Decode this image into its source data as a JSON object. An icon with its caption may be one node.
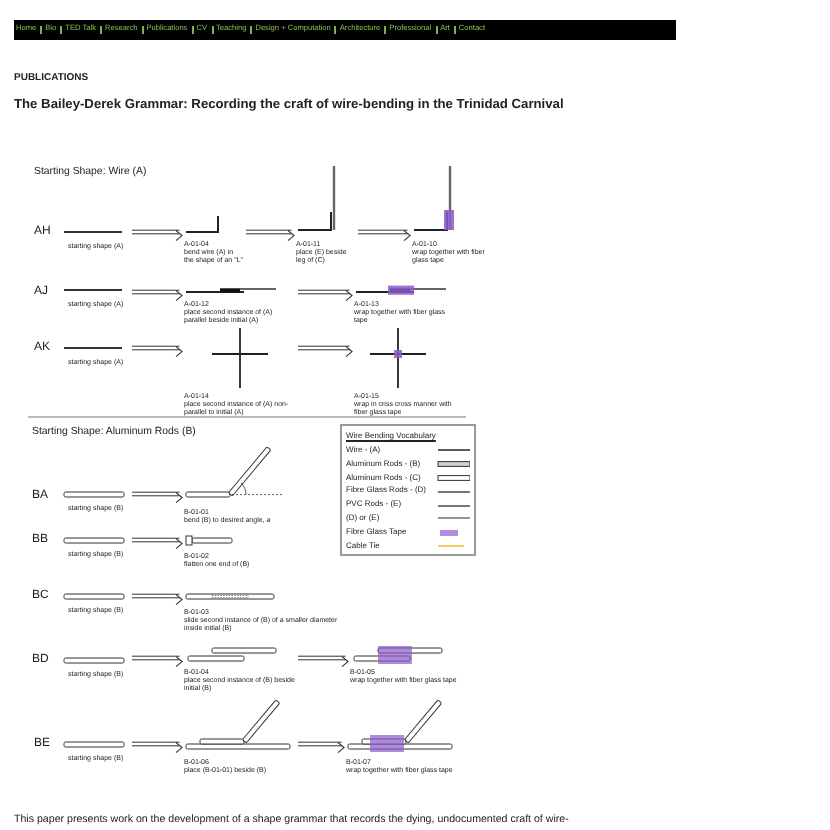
{
  "diagram": {
    "title": "The Bailey-Derek Grammar: Recording the craft of wire-bending in the Trinidad Carnival",
    "nodes": [
      {
        "text": [
          "starting shape (A)"
        ]
      },
      {
        "text": [
          "A-01-04",
          "bend wire (A) in the shape of an \"L\""
        ]
      },
      {
        "text": [
          "A-01-11",
          "place (E) beside leg of (C)"
        ]
      },
      {
        "text": [
          "A-01-10",
          "wrap together with fiber glass tape"
        ]
      },
      {
        "text": [
          "starting shape (A)"
        ]
      },
      {
        "text": [
          "A-01-12",
          "place second instance of (A) parallel beside initial (A)"
        ]
      },
      {
        "text": [
          "A-01-13",
          "wrap together with fiber glass tape"
        ]
      },
      {
        "text": [
          "starting shape (A)"
        ]
      },
      {
        "text": [
          "A-01-14",
          "place second instance of (A) non-parallel to initial (A)"
        ]
      },
      {
        "text": [
          "A-01-15",
          "wrap in criss cross manner with fiber glass tape"
        ]
      },
      {
        "text": [
          "starting shape (B)"
        ]
      },
      {
        "text": [
          "B-01-01",
          "bend (B) to desired angle, a"
        ]
      },
      {
        "text": [
          "starting shape (B)"
        ]
      },
      {
        "text": [
          "B-01-02",
          "flatten one end of (B)"
        ]
      },
      {
        "text": [
          "starting shape (B)"
        ]
      },
      {
        "text": [
          "B-01-03",
          "slide second instance of (B) of a smaller diameter inside initial (B)"
        ]
      },
      {
        "text": [
          "starting shape (B)"
        ]
      },
      {
        "text": [
          "B-01-04",
          "place second instance of (B) beside initial (B)"
        ]
      },
      {
        "text": [
          "B-01-05",
          "wrap together with fiber glass tape"
        ]
      },
      {
        "text": [
          "starting shape (B)"
        ]
      },
      {
        "text": [
          "B-01-06",
          "place (B-01-01) beside (B)"
        ]
      },
      {
        "text": [
          "B-01-07",
          "wrap together with fiber glass tape"
        ]
      }
    ],
    "edges": [
      {
        "from": 0,
        "to": 1,
        "arrow": "to"
      },
      {
        "from": 1,
        "to": 2,
        "arrow": "to"
      },
      {
        "from": 2,
        "to": 3,
        "arrow": "to"
      },
      {
        "from": 4,
        "to": 5,
        "arrow": "to"
      },
      {
        "from": 5,
        "to": 6,
        "arrow": "to"
      },
      {
        "from": 7,
        "to": 8,
        "arrow": "to"
      },
      {
        "from": 8,
        "to": 9,
        "arrow": "to"
      },
      {
        "from": 10,
        "to": 11,
        "arrow": "to"
      },
      {
        "from": 12,
        "to": 13,
        "arrow": "to"
      },
      {
        "from": 14,
        "to": 15,
        "arrow": "to"
      },
      {
        "from": 16,
        "to": 17,
        "arrow": "to"
      },
      {
        "from": 17,
        "to": 18,
        "arrow": "to"
      },
      {
        "from": 19,
        "to": 20,
        "arrow": "to"
      },
      {
        "from": 20,
        "to": 21,
        "arrow": "to"
      }
    ],
    "labels": [
      "Home",
      "Bio",
      "TED Talk",
      "Research",
      "Publications",
      "CV",
      "Teaching",
      "Design + Computation",
      "Architecture",
      "Professional",
      "Art",
      "Contact",
      "PUBLICATIONS",
      "Starting Shape: Wire (A)",
      "AH",
      "AJ",
      "AK",
      "Starting Shape: Aluminum Rods (B)",
      "Wire Bending Vocabulary",
      "BA",
      "BB",
      "BC",
      "BD",
      "BE",
      "This paper presents work on the development of a shape grammar that records the dying, undocumented craft of wire-"
    ],
    "legend": [
      {
        "text": "Wire - (A)"
      },
      {
        "text": "Aluminum Rods - (B)"
      },
      {
        "text": "Aluminum Rods - (C)"
      },
      {
        "text": "Fibre Glass Rods - (D)"
      },
      {
        "text": "PVC Rods - (E)"
      },
      {
        "text": "(D) or (E)"
      },
      {
        "text": "Fibre Glass Tape",
        "color": "#b38be3"
      },
      {
        "text": "Cable Tie"
      }
    ]
  }
}
